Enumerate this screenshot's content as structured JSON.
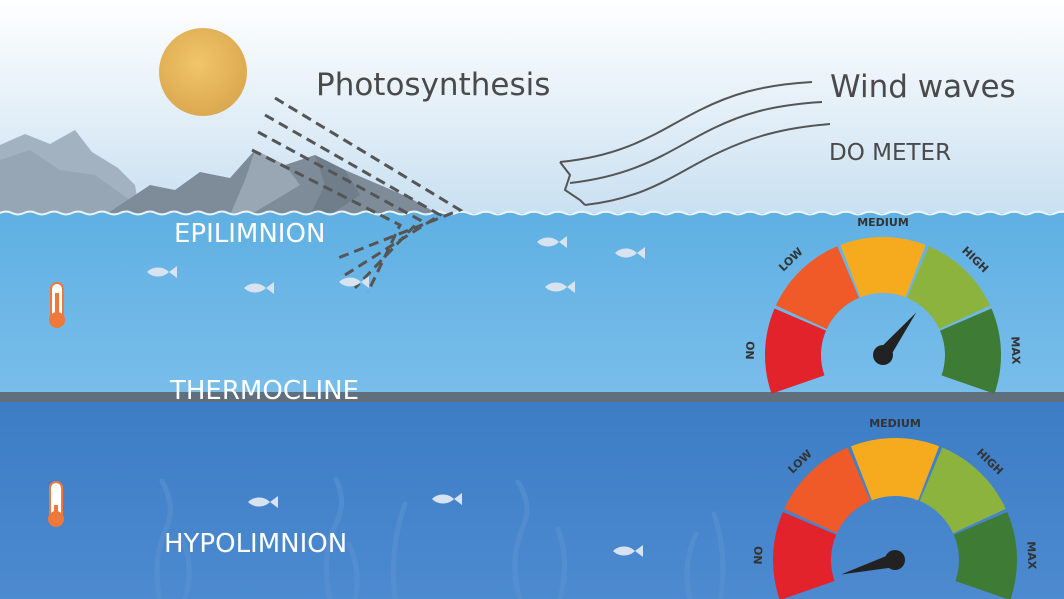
{
  "labels": {
    "photosynthesis": "Photosynthesis",
    "wind_waves": "Wind waves",
    "do_meter": "DO METER",
    "epilimnion": "EPILIMNION",
    "thermocline": "THERMOCLINE",
    "hypolimnion": "HYPOLIMNION"
  },
  "gauge_scale": [
    "NO",
    "LOW",
    "MEDIUM",
    "HIGH",
    "MAX"
  ],
  "gauges": [
    {
      "zone": "epilimnion",
      "reading": "high"
    },
    {
      "zone": "hypolimnion",
      "reading": "no"
    }
  ],
  "colors": {
    "sky_top": "#ffffff",
    "sky_bottom": "#c9e0f1",
    "epilimnion_water": "#6ab4e4",
    "thermocline_band": "#5f6f7d",
    "hypolimnion_water": "#3f7fc6",
    "sun": "#e6b55a",
    "gauge_no": "#e3232b",
    "gauge_low": "#ef5a28",
    "gauge_medium": "#f6ab1f",
    "gauge_high": "#8db33f",
    "gauge_max": "#3e7b35",
    "thermometer": "#f0783a"
  },
  "icons": [
    "sun-icon",
    "mountain-icon",
    "fish-icon",
    "thermometer-icon",
    "gauge-needle-icon"
  ]
}
